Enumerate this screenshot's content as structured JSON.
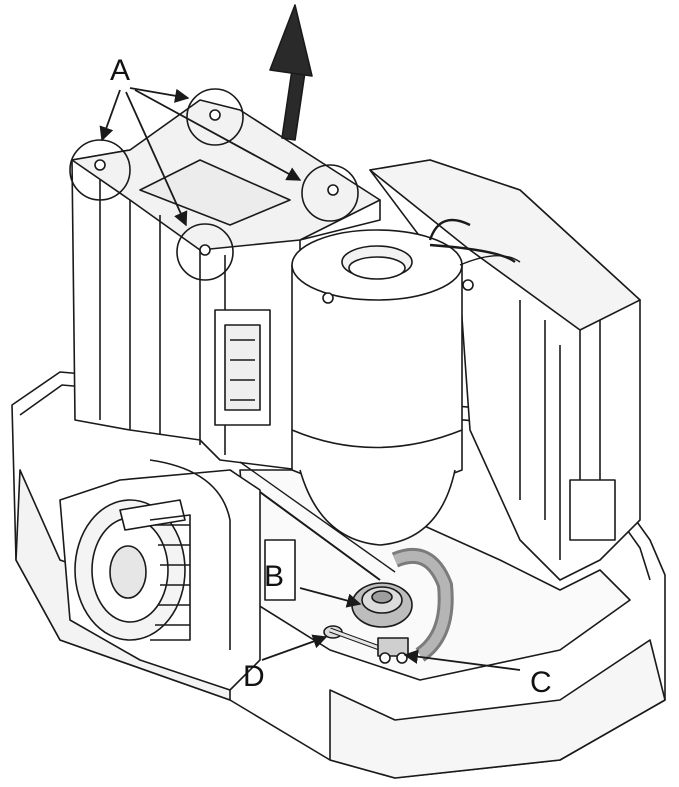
{
  "labels": {
    "a": "A",
    "b": "B",
    "c": "C",
    "d": "D"
  },
  "colors": {
    "line": "#1a1a1a",
    "fill": "#ffffff",
    "shade": "#e9e9e9",
    "dark": "#8a8a8a",
    "arrow": "#222222"
  },
  "icons": {
    "lift_arrow": "up-arrow-icon",
    "gear": "pinion-gear-icon",
    "motor": "motor-cylinder-icon"
  }
}
